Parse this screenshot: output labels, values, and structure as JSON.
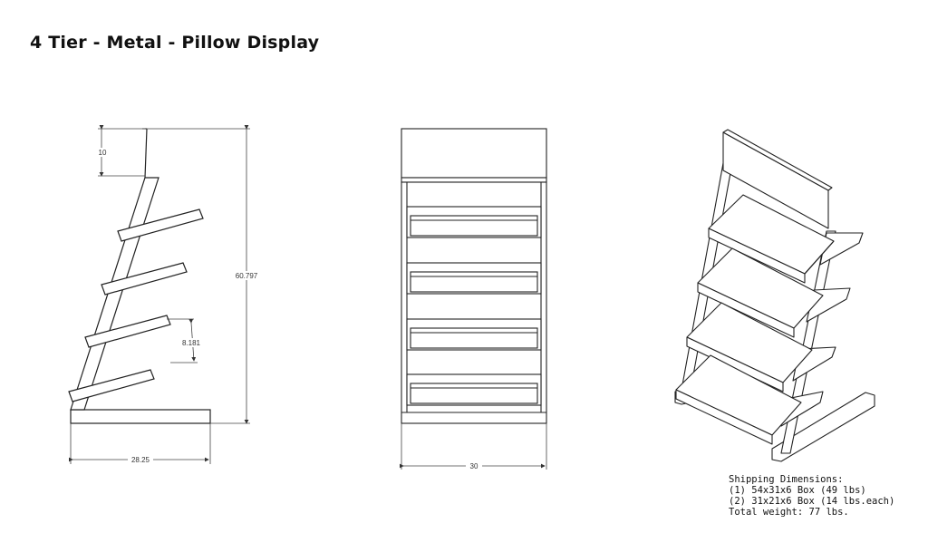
{
  "title": "4 Tier - Metal - Pillow Display",
  "dimensions": {
    "header_height": "10",
    "total_height": "60.797",
    "tier_spacing": "8.181",
    "base_depth": "28.25",
    "width": "30"
  },
  "shipping": {
    "heading": "Shipping Dimensions:",
    "box1": "(1) 54x31x6 Box (49 lbs)",
    "box2": "(2) 31x21x6 Box (14 lbs.each)",
    "total": "Total weight: 77 lbs."
  }
}
